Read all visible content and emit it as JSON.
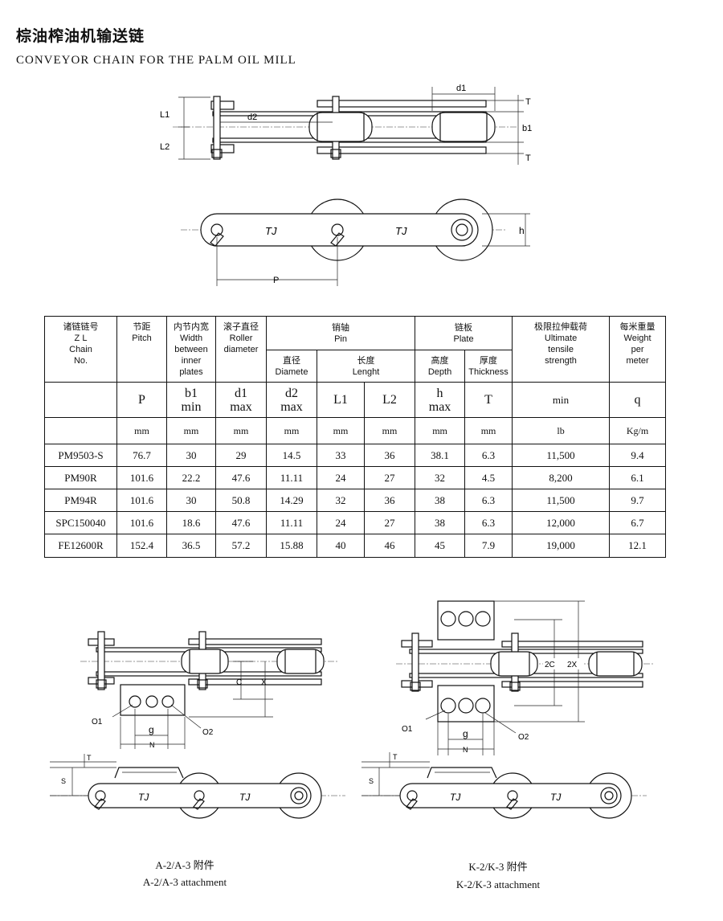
{
  "title_cn": "棕油榨油机输送链",
  "title_en": "CONVEYOR CHAIN FOR THE PALM OIL MILL",
  "top_diagram": {
    "labels": {
      "L1": "L1",
      "L2": "L2",
      "d2": "d2",
      "d1": "d1",
      "b1": "b1",
      "T": "T",
      "h": "h",
      "P": "P",
      "brand": "TJ"
    }
  },
  "table": {
    "headers": {
      "chain_no": [
        "诸链链号",
        "Z L",
        "Chain",
        "No."
      ],
      "pitch": [
        "节距",
        "Pitch"
      ],
      "width": [
        "内节内宽",
        "Width",
        "between",
        "inner",
        "plates"
      ],
      "roller": [
        "滚子直径",
        "Roller",
        "diameter"
      ],
      "pin": [
        "销轴",
        "Pin"
      ],
      "pin_diameter": [
        "直径",
        "Diamete"
      ],
      "pin_length": [
        "长度",
        "Lenght"
      ],
      "plate": [
        "链板",
        "Plate"
      ],
      "plate_depth": [
        "高度",
        "Depth"
      ],
      "plate_thickness": [
        "厚度",
        "Thickness"
      ],
      "tensile": [
        "极限拉伸载荷",
        "Ultimate",
        "tensile",
        "strength"
      ],
      "weight": [
        "每米重量",
        "Weight",
        "per",
        "meter"
      ]
    },
    "symbols": {
      "P": "P",
      "b1": "b1",
      "b1_sub": "min",
      "d1": "d1",
      "d1_sub": "max",
      "d2": "d2",
      "d2_sub": "max",
      "L1": "L1",
      "L2": "L2",
      "h": "h",
      "h_sub": "max",
      "T": "T",
      "min": "min",
      "q": "q"
    },
    "units": [
      "mm",
      "mm",
      "mm",
      "mm",
      "mm",
      "mm",
      "mm",
      "mm",
      "lb",
      "Kg/m"
    ],
    "rows": [
      [
        "PM9503-S",
        "76.7",
        "30",
        "29",
        "14.5",
        "33",
        "36",
        "38.1",
        "6.3",
        "11,500",
        "9.4"
      ],
      [
        "PM90R",
        "101.6",
        "22.2",
        "47.6",
        "11.11",
        "24",
        "27",
        "32",
        "4.5",
        "8,200",
        "6.1"
      ],
      [
        "PM94R",
        "101.6",
        "30",
        "50.8",
        "14.29",
        "32",
        "36",
        "38",
        "6.3",
        "11,500",
        "9.7"
      ],
      [
        "SPC150040",
        "101.6",
        "18.6",
        "47.6",
        "11.11",
        "24",
        "27",
        "38",
        "6.3",
        "12,000",
        "6.7"
      ],
      [
        "FE12600R",
        "152.4",
        "36.5",
        "57.2",
        "15.88",
        "40",
        "46",
        "45",
        "7.9",
        "19,000",
        "12.1"
      ]
    ]
  },
  "attachment_a": {
    "labels": {
      "C": "C",
      "X": "X",
      "O1": "O1",
      "O2": "O2",
      "g": "g",
      "N": "N",
      "T": "T",
      "S": "S",
      "brand": "TJ"
    },
    "caption_cn": "A-2/A-3 附件",
    "caption_en": "A-2/A-3 attachment"
  },
  "attachment_k": {
    "labels": {
      "C2": "2C",
      "X2": "2X",
      "O1": "O1",
      "O2": "O2",
      "g": "g",
      "N": "N",
      "T": "T",
      "S": "S",
      "brand": "TJ"
    },
    "caption_cn": "K-2/K-3 附件",
    "caption_en": "K-2/K-3 attachment"
  }
}
